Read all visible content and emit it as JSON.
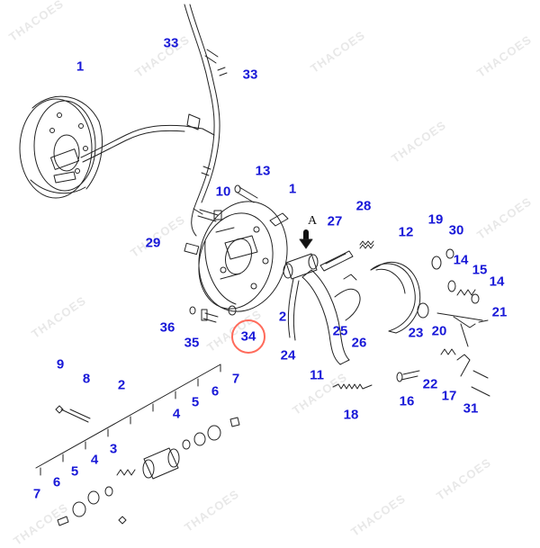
{
  "diagram": {
    "watermark_text": "THACOES",
    "section_letter": "A",
    "highlight_color": "#ff6a5a",
    "callout_color": "#1818d8",
    "callouts": [
      {
        "id": "c1a",
        "label": "1"
      },
      {
        "id": "c33a",
        "label": "33"
      },
      {
        "id": "c33b",
        "label": "33"
      },
      {
        "id": "c13",
        "label": "13"
      },
      {
        "id": "c1b",
        "label": "1"
      },
      {
        "id": "c10",
        "label": "10"
      },
      {
        "id": "c28",
        "label": "28"
      },
      {
        "id": "c27",
        "label": "27"
      },
      {
        "id": "c29",
        "label": "29"
      },
      {
        "id": "c12",
        "label": "12"
      },
      {
        "id": "c19",
        "label": "19"
      },
      {
        "id": "c30",
        "label": "30"
      },
      {
        "id": "c14a",
        "label": "14"
      },
      {
        "id": "c15",
        "label": "15"
      },
      {
        "id": "c14b",
        "label": "14"
      },
      {
        "id": "c21",
        "label": "21"
      },
      {
        "id": "c2a",
        "label": "2"
      },
      {
        "id": "c36",
        "label": "36"
      },
      {
        "id": "c35",
        "label": "35"
      },
      {
        "id": "c34",
        "label": "34"
      },
      {
        "id": "c25",
        "label": "25"
      },
      {
        "id": "c26",
        "label": "26"
      },
      {
        "id": "c23",
        "label": "23"
      },
      {
        "id": "c20",
        "label": "20"
      },
      {
        "id": "c24",
        "label": "24"
      },
      {
        "id": "c11",
        "label": "11"
      },
      {
        "id": "c22",
        "label": "22"
      },
      {
        "id": "c17",
        "label": "17"
      },
      {
        "id": "c16",
        "label": "16"
      },
      {
        "id": "c18",
        "label": "18"
      },
      {
        "id": "c31",
        "label": "31"
      },
      {
        "id": "c9",
        "label": "9"
      },
      {
        "id": "c8",
        "label": "8"
      },
      {
        "id": "c2b",
        "label": "2"
      },
      {
        "id": "c7a",
        "label": "7"
      },
      {
        "id": "c5a",
        "label": "5"
      },
      {
        "id": "c6a",
        "label": "6"
      },
      {
        "id": "c4a",
        "label": "4"
      },
      {
        "id": "c3",
        "label": "3"
      },
      {
        "id": "c4b",
        "label": "4"
      },
      {
        "id": "c5b",
        "label": "5"
      },
      {
        "id": "c6b",
        "label": "6"
      },
      {
        "id": "c7b",
        "label": "7"
      }
    ],
    "highlighted_part": "34"
  }
}
